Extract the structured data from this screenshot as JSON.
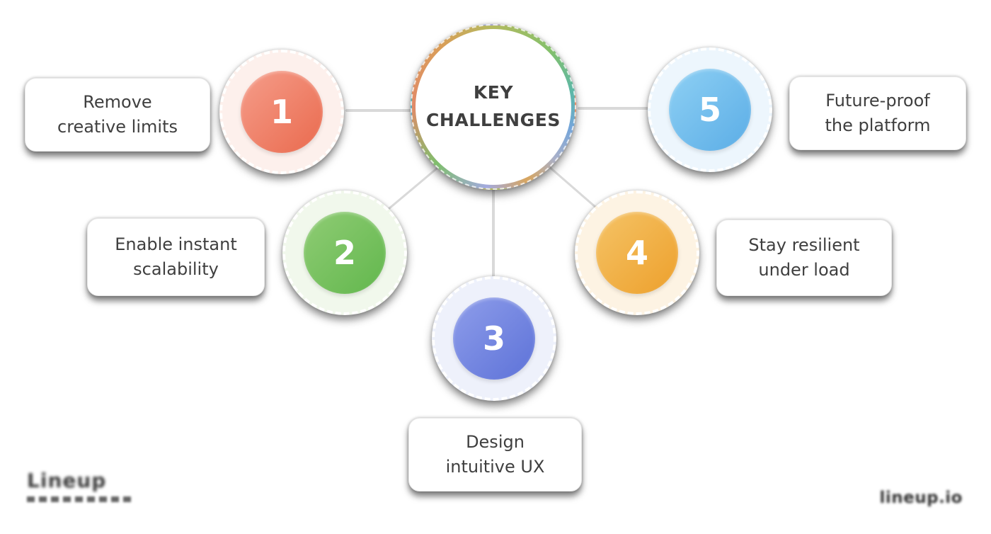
{
  "background": "#ffffff",
  "central": {
    "title_line1": "KEY",
    "title_line2": "CHALLENGES",
    "text_color": "#3f3f3f",
    "ring_colors": [
      "#b3ba60 0deg",
      "#84c06b 45deg",
      "#5cb7a9 80deg",
      "#74a5da 105deg",
      "#a9b0c9 130deg",
      "#d8a55e 155deg",
      "#a3aade 185deg",
      "#7fbe6d 225deg",
      "#e18a68 270deg",
      "#d99e58 320deg",
      "#b3ba60 360deg"
    ]
  },
  "items": [
    {
      "number": "1",
      "label_line1": "Remove",
      "label_line2": "creative limits",
      "colors": {
        "gradient_from": "#f59d8a",
        "gradient_to": "#ea6a4e",
        "tint": "#fdf0ec"
      }
    },
    {
      "number": "2",
      "label_line1": "Enable instant",
      "label_line2": "scalability",
      "colors": {
        "gradient_from": "#8fcc74",
        "gradient_to": "#62b74d",
        "tint": "#f1f8ec"
      }
    },
    {
      "number": "3",
      "label_line1": "Design",
      "label_line2": "intuitive UX",
      "colors": {
        "gradient_from": "#8e9dea",
        "gradient_to": "#5d72d8",
        "tint": "#eef1fb"
      }
    },
    {
      "number": "4",
      "label_line1": "Stay resilient",
      "label_line2": "under load",
      "colors": {
        "gradient_from": "#f5c366",
        "gradient_to": "#eda02c",
        "tint": "#fdf3e3"
      }
    },
    {
      "number": "5",
      "label_line1": "Future-proof",
      "label_line2": "the platform",
      "colors": {
        "gradient_from": "#8ed0f4",
        "gradient_to": "#5bade6",
        "tint": "#edf6fd"
      }
    }
  ],
  "connector_color": "#d9d9d9",
  "watermarks": {
    "left_logo": "Lineup",
    "right_text": "lineup.io"
  }
}
